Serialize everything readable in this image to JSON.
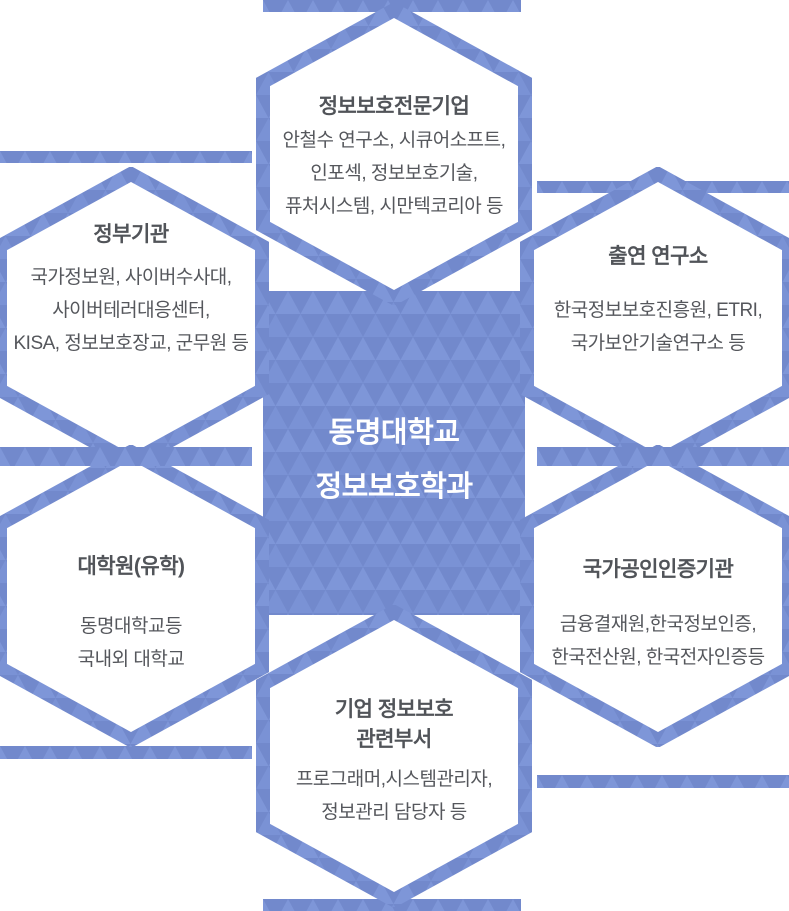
{
  "diagram": {
    "center": {
      "line1": "동명대학교",
      "line2": "정보보호학과"
    },
    "hexagons": [
      {
        "position": "top",
        "title": "정보보호전문기업",
        "body": [
          "안철수 연구소, 시큐어소프트,",
          "인포섹, 정보보호기술,",
          "퓨처시스템, 시만텍코리아 등"
        ]
      },
      {
        "position": "top-left",
        "title": "정부기관",
        "body": [
          "국가정보원, 사이버수사대,",
          "사이버테러대응센터,",
          "KISA, 정보보호장교, 군무원 등"
        ]
      },
      {
        "position": "top-right",
        "title": "출연 연구소",
        "body": [
          "한국정보보호진흥원, ETRI,",
          "국가보안기술연구소 등"
        ]
      },
      {
        "position": "bottom-left",
        "title": "대학원(유학)",
        "body": [
          "동명대학교등",
          "국내외 대학교"
        ]
      },
      {
        "position": "bottom-right",
        "title": "국가공인인증기관",
        "body": [
          "금융결재원,한국정보인증,",
          "한국전산원, 한국전자인증등"
        ]
      },
      {
        "position": "bottom",
        "title": "기업 정보보호\n관련부서",
        "body": [
          "프로그래머,시스템관리자,",
          "정보관리 담당자 등"
        ]
      }
    ],
    "colors": {
      "pattern_light": "#7E96D8",
      "pattern_mid": "#7A92D5",
      "pattern_dark": "#7289CC",
      "hexagon_fill": "#FFFFFF",
      "title_text": "#515459",
      "body_text": "#55575C",
      "center_text": "#FFFFFF"
    }
  }
}
